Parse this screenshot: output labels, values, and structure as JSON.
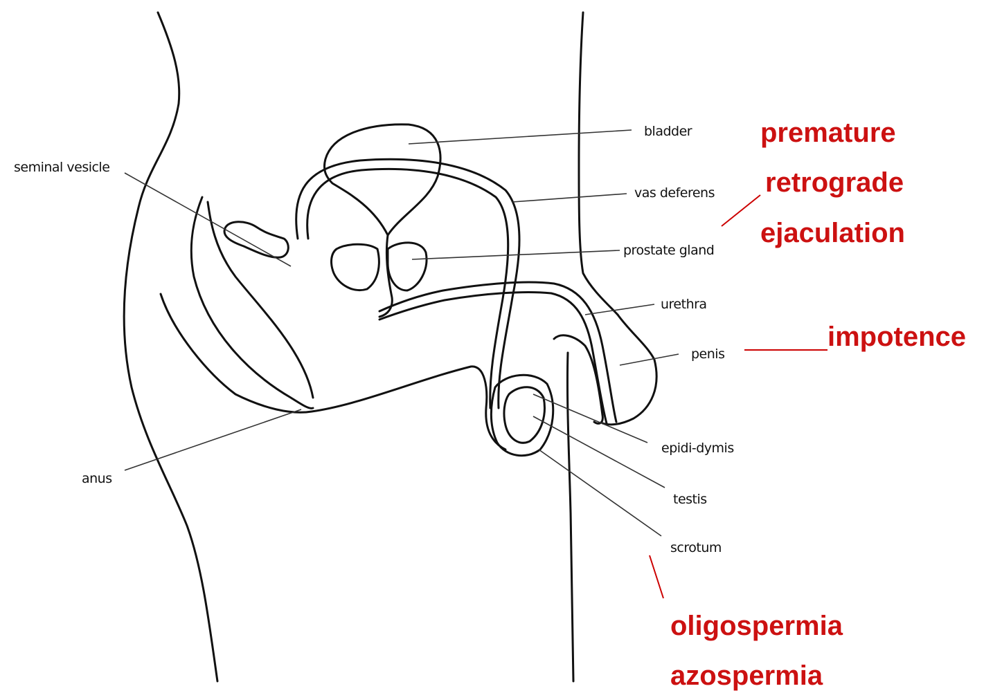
{
  "anatomy_labels": {
    "bladder": "bladder",
    "seminal_vesicle": "seminal vesicle",
    "vas_deferens": "vas deferens",
    "prostate_gland": "prostate gland",
    "urethra": "urethra",
    "penis": "penis",
    "epididymis": "epidi-dymis",
    "testis": "testis",
    "scrotum": "scrotum",
    "anus": "anus"
  },
  "conditions": {
    "premature": "premature",
    "retrograde": "retrograde",
    "ejaculation": "ejaculation",
    "impotence": "impotence",
    "oligospermia": "oligospermia",
    "azospermia": "azospermia"
  },
  "colors": {
    "outline": "#111111",
    "condition_text": "#cc1111"
  }
}
